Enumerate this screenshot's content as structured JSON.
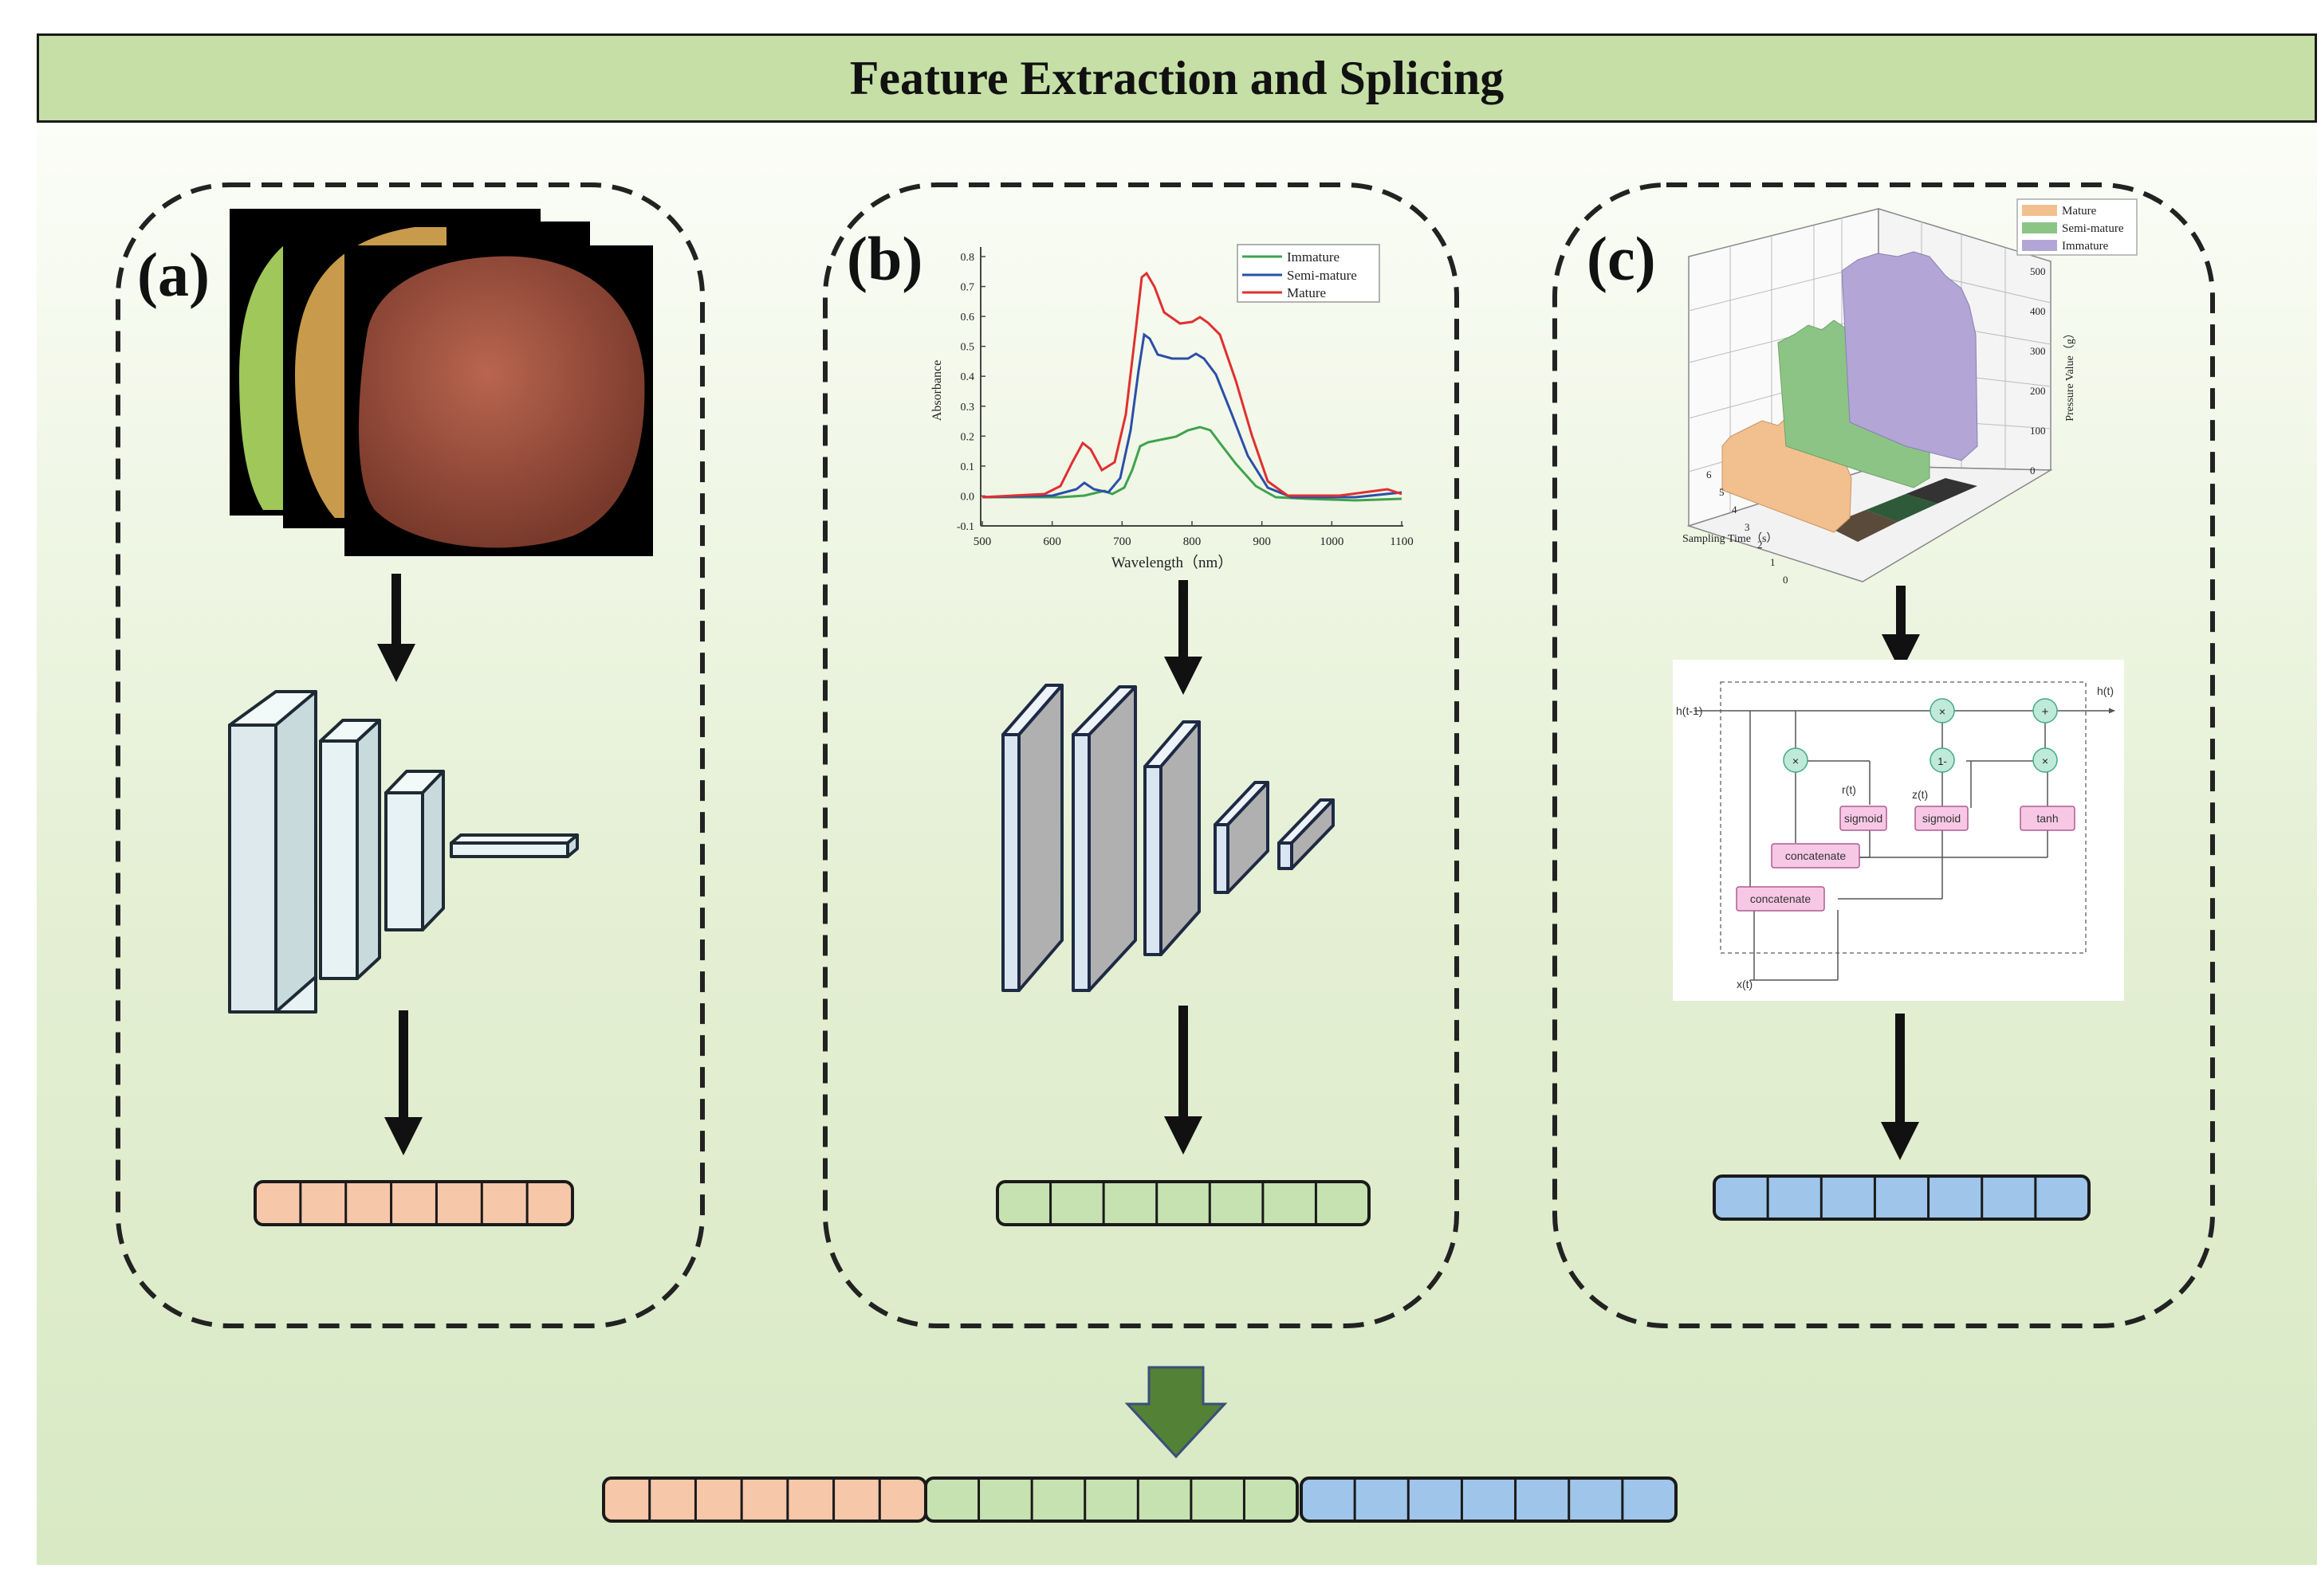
{
  "title": "Feature Extraction and Splicing",
  "panels": {
    "a": {
      "label": "(a)"
    },
    "b": {
      "label": "(b)"
    },
    "c": {
      "label": "(c)"
    }
  },
  "colors": {
    "title_bar": "#c5dfa6",
    "vector_a": "#f7c7a9",
    "vector_b": "#c6e2b0",
    "vector_c": "#9fc5ea",
    "big_arrow": "#538135",
    "line_immature": "#3fa34d",
    "line_semi_mature": "#2b4fa8",
    "line_mature": "#e03030"
  },
  "spectrum": {
    "ylabel": "Absorbance",
    "xlabel": "Wavelength（nm）",
    "legend": [
      "Immature",
      "Semi-mature",
      "Mature"
    ],
    "x_ticks": [
      "500",
      "600",
      "700",
      "800",
      "900",
      "1000",
      "1100"
    ],
    "y_ticks": [
      "-0.1",
      "0.0",
      "0.1",
      "0.2",
      "0.3",
      "0.4",
      "0.5",
      "0.6",
      "0.7",
      "0.8"
    ]
  },
  "pressure": {
    "legend": [
      "Mature",
      "Semi-mature",
      "Immature"
    ],
    "zlabel": "Pressure Value（g）",
    "xlabel": "Sampling Time（s）",
    "z_ticks": [
      "500",
      "400",
      "300",
      "200",
      "100",
      "0"
    ],
    "x_ticks": [
      "6",
      "5",
      "4",
      "3",
      "2",
      "1",
      "0"
    ]
  },
  "gru": {
    "h_prev": "h(t-1)",
    "h_out": "h(t)",
    "x_in": "x(t)",
    "r_label": "r(t)",
    "z_label": "z(t)",
    "mult": "×",
    "plus": "+",
    "one_minus": "1-",
    "sigmoid": "sigmoid",
    "tanh": "tanh",
    "concatenate": "concatenate"
  }
}
